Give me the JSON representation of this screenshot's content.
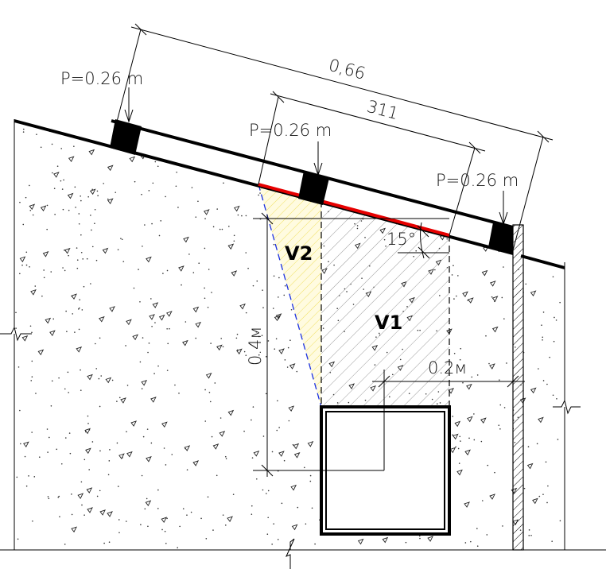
{
  "loads": [
    {
      "label": "P=0.26 m"
    },
    {
      "label": "P=0.26 m"
    },
    {
      "label": "P=0.26 m"
    }
  ],
  "dimensions": {
    "overall": "0,66",
    "inner": "311",
    "height": "0.4м",
    "offset": "0.2м",
    "angle": "15°"
  },
  "regions": {
    "v1": "V1",
    "v2": "V2"
  },
  "colors": {
    "highlight_edge": "#e60000",
    "v2_fill": "#fff7c0",
    "v2_boundary": "#1a2fe0",
    "v1_hatch": "#999999"
  }
}
